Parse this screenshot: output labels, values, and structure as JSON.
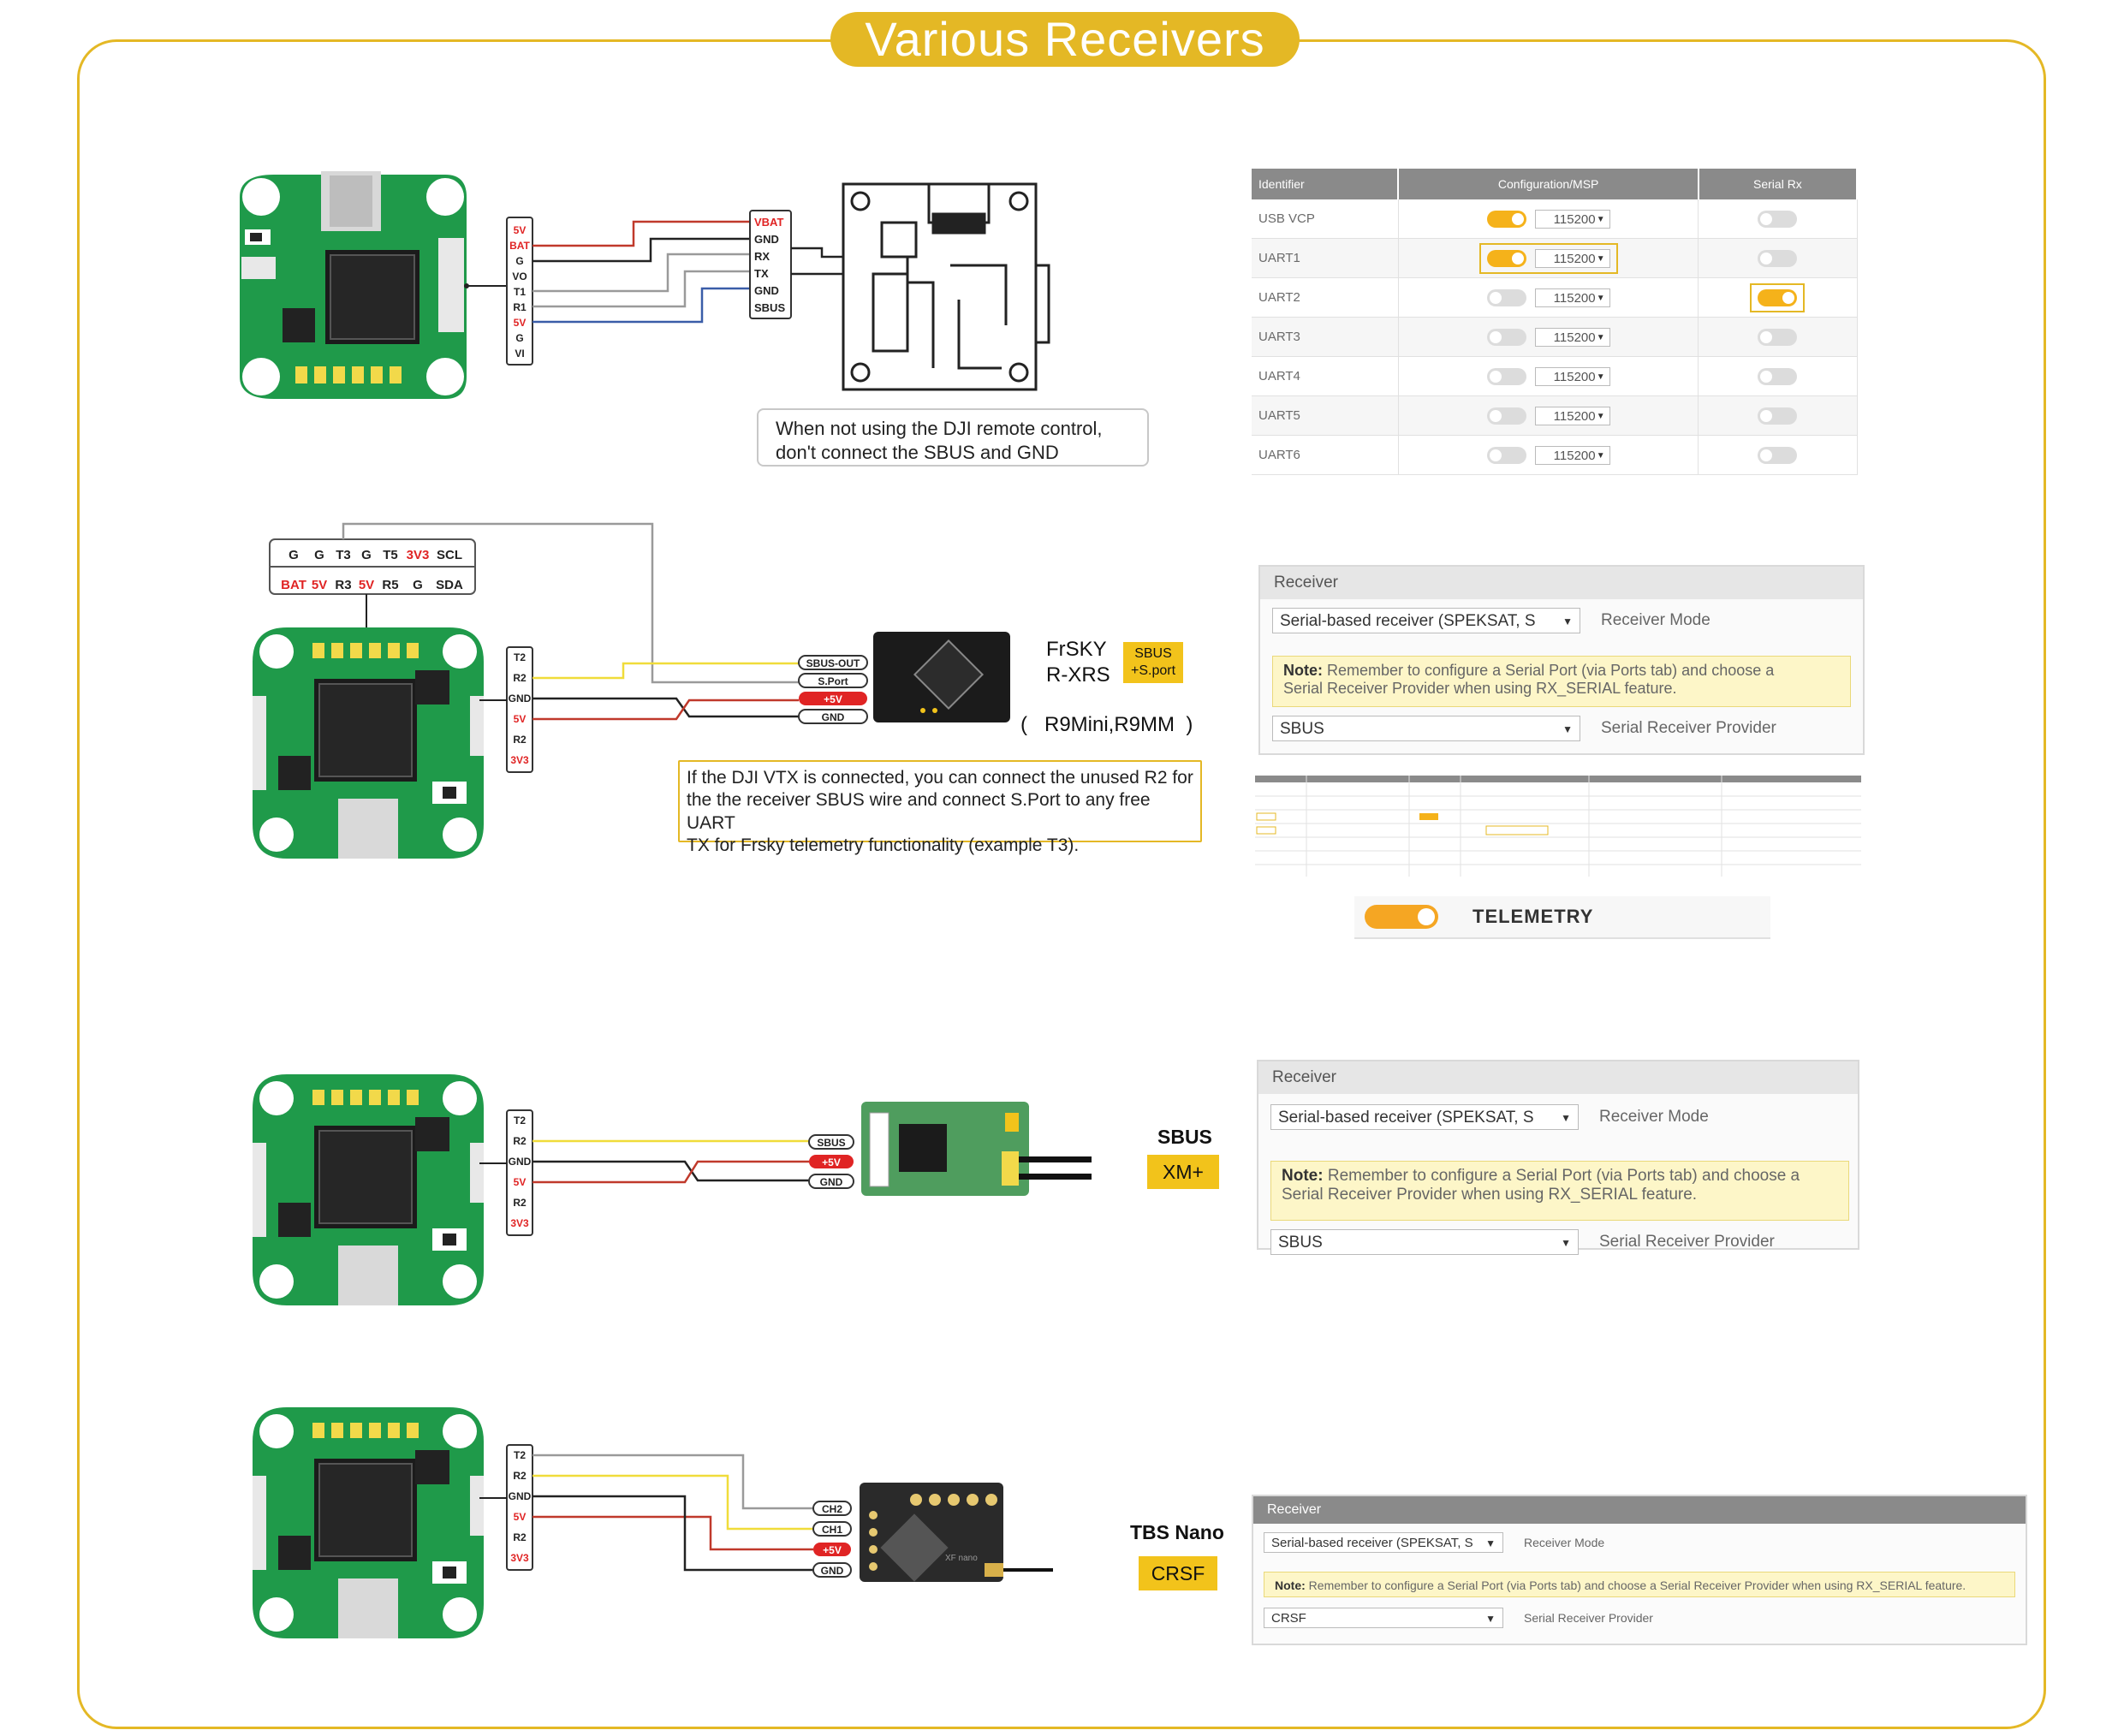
{
  "title": "Various Receivers",
  "dji": {
    "fc_pins": [
      "5V",
      "BAT",
      "G",
      "VO",
      "T1",
      "R1",
      "5V",
      "G",
      "VI"
    ],
    "vtx_pins": [
      "VBAT",
      "GND",
      "RX",
      "TX",
      "GND",
      "SBUS"
    ],
    "note_line1": "When not using the DJI remote control,",
    "note_line2": "don't connect the SBUS and GND"
  },
  "ports_table": {
    "headers": [
      "Identifier",
      "Configuration/MSP",
      "Serial Rx"
    ],
    "rows": [
      {
        "id": "USB VCP",
        "msp": true,
        "baud": "115200",
        "serial_rx": false
      },
      {
        "id": "UART1",
        "msp": true,
        "baud": "115200",
        "serial_rx": false
      },
      {
        "id": "UART2",
        "msp": false,
        "baud": "115200",
        "serial_rx": true
      },
      {
        "id": "UART3",
        "msp": false,
        "baud": "115200",
        "serial_rx": false
      },
      {
        "id": "UART4",
        "msp": false,
        "baud": "115200",
        "serial_rx": false
      },
      {
        "id": "UART5",
        "msp": false,
        "baud": "115200",
        "serial_rx": false
      },
      {
        "id": "UART6",
        "msp": false,
        "baud": "115200",
        "serial_rx": false
      }
    ]
  },
  "frsky": {
    "top_row": [
      "G",
      "G",
      "T3",
      "G",
      "T5",
      "3V3",
      "SCL"
    ],
    "bottom_row": [
      "BAT",
      "5V",
      "R3",
      "5V",
      "R5",
      "G",
      "SDA"
    ],
    "fc_pins": [
      "T2",
      "R2",
      "GND",
      "5V",
      "R2",
      "3V3"
    ],
    "rx_pins": [
      "SBUS-OUT",
      "S.Port",
      "+5V",
      "GND"
    ],
    "name_line1": "FrSKY",
    "name_line2": "R-XRS",
    "badge_line1": "SBUS",
    "badge_line2": "+S.port",
    "alt": "(   R9Mini,R9MM  )",
    "note_line1": "If the DJI VTX is connected, you can connect the unused R2 for",
    "note_line2": "the the receiver SBUS wire and connect S.Port to any free UART",
    "note_line3": "TX for Frsky telemetry functionality (example T3).",
    "telemetry": "TELEMETRY"
  },
  "receiver_panel": {
    "header": "Receiver",
    "mode_value": "Serial-based receiver (SPEKSAT, S",
    "mode_label": "Receiver Mode",
    "note_bold": "Note:",
    "note_text_1": " Remember to configure a Serial Port (via Ports tab) and choose a",
    "note_text_2": "Serial Receiver Provider when using RX_SERIAL feature.",
    "note_text_full": " Remember to configure a Serial Port (via Ports tab) and choose a Serial Receiver Provider when using RX_SERIAL feature.",
    "provider_label": "Serial Receiver Provider",
    "sbus": "SBUS",
    "crsf": "CRSF"
  },
  "xm": {
    "fc_pins": [
      "T2",
      "R2",
      "GND",
      "5V",
      "R2",
      "3V3"
    ],
    "rx_pins": [
      "SBUS",
      "+5V",
      "GND"
    ],
    "name": "SBUS",
    "badge": "XM+"
  },
  "tbs": {
    "fc_pins": [
      "T2",
      "R2",
      "GND",
      "5V",
      "R2",
      "3V3"
    ],
    "rx_pins": [
      "CH2",
      "CH1",
      "+5V",
      "GND"
    ],
    "name": "TBS Nano",
    "badge": "CRSF",
    "board_label": "XF nano"
  },
  "colors": {
    "accent": "#e4b825",
    "pcb": "#1f9a4a",
    "red": "#e02424",
    "wire_red": "#c0392b",
    "wire_yellow": "#f0dc3a",
    "wire_gray": "#9a9a9a",
    "wire_blue": "#3a5da8"
  }
}
